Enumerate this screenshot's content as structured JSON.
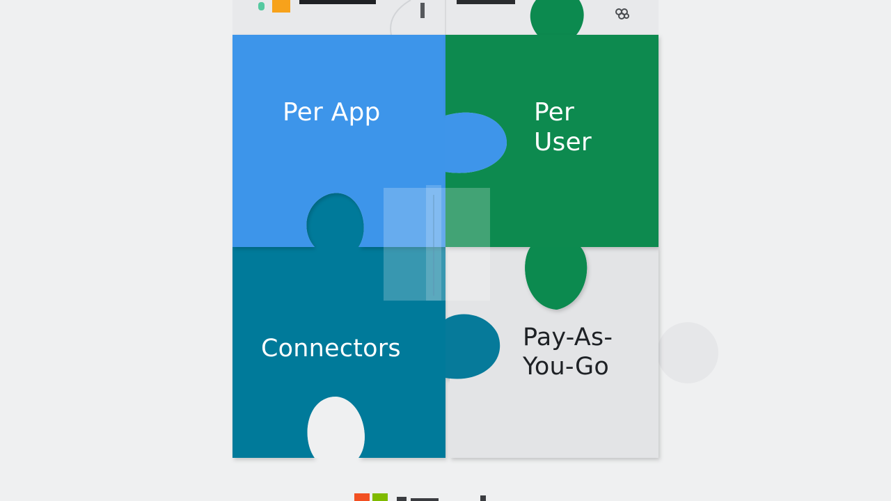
{
  "pieces": {
    "per_app": {
      "label": "Per App",
      "color": "#3e95ea"
    },
    "per_user": {
      "label": "Per\nUser",
      "color": "#0c8a4f"
    },
    "connectors": {
      "label": "Connectors",
      "color": "#067a9a"
    },
    "pay_as_you_go": {
      "label": "Pay-As-\nYou-Go",
      "color": "#e3e4e6"
    }
  },
  "colors": {
    "background": "#eff0f1",
    "top_strip": "#e8e9eb",
    "microsoft_logo": [
      "#f25022",
      "#7fba00",
      "#00a4ef",
      "#ffb900"
    ]
  },
  "icons": [
    "document-icon",
    "brain-icon",
    "microsoft-logo-icon"
  ]
}
